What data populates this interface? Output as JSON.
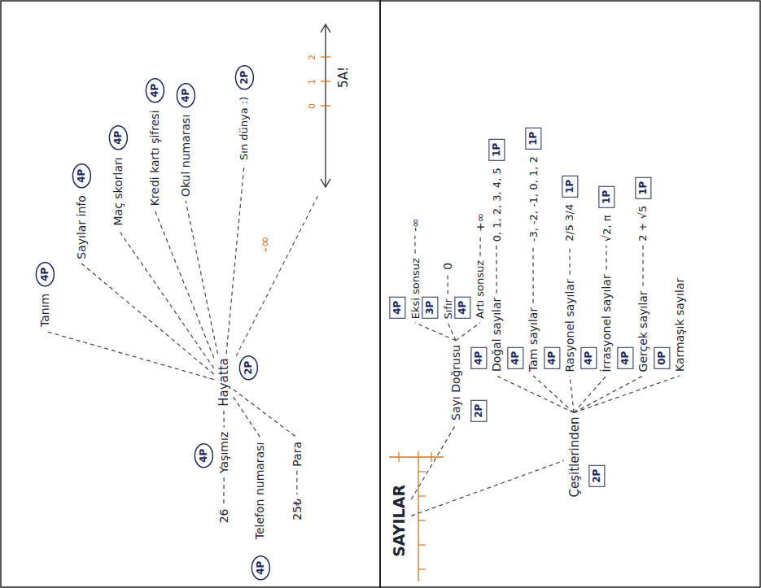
{
  "diagram": {
    "nodes": [
      {
        "text": [
          "Hayatta"
        ]
      },
      {
        "text": [
          "2P"
        ]
      },
      {
        "text": [
          "Sın dünya :)"
        ]
      },
      {
        "text": [
          "2P"
        ]
      },
      {
        "text": [
          "Tanım"
        ]
      },
      {
        "text": [
          "4P"
        ]
      },
      {
        "text": [
          "Sayılar info"
        ]
      },
      {
        "text": [
          "4P"
        ]
      },
      {
        "text": [
          "Maç skorları"
        ]
      },
      {
        "text": [
          "4P"
        ]
      },
      {
        "text": [
          "Kredi kartı şifresi"
        ]
      },
      {
        "text": [
          "4P"
        ]
      },
      {
        "text": [
          "Okul numarası"
        ]
      },
      {
        "text": [
          "4P"
        ]
      },
      {
        "text": [
          "Yaşımız"
        ]
      },
      {
        "text": [
          "4P"
        ]
      },
      {
        "text": [
          "26"
        ]
      },
      {
        "text": [
          "Telefon numarası"
        ]
      },
      {
        "text": [
          "4P"
        ]
      },
      {
        "text": [
          "Para"
        ]
      },
      {
        "text": [
          "25₺"
        ]
      },
      {
        "text": [
          "SAYILAR"
        ]
      },
      {
        "text": [
          "Sayı Doğrusu"
        ]
      },
      {
        "text": [
          "2P"
        ]
      },
      {
        "text": [
          "Eksi sonsuz"
        ]
      },
      {
        "text": [
          "4P"
        ]
      },
      {
        "text": [
          "-∞"
        ]
      },
      {
        "text": [
          "Sıfır"
        ]
      },
      {
        "text": [
          "3P"
        ]
      },
      {
        "text": [
          "0"
        ]
      },
      {
        "text": [
          "Artı sonsuz"
        ]
      },
      {
        "text": [
          "4P"
        ]
      },
      {
        "text": [
          "+∞"
        ]
      },
      {
        "text": [
          "Çeşitlerinden"
        ]
      },
      {
        "text": [
          "2P"
        ]
      },
      {
        "text": [
          "Doğal sayılar"
        ]
      },
      {
        "text": [
          "4P"
        ]
      },
      {
        "text": [
          "0, 1, 2, 3, 4, 5"
        ]
      },
      {
        "text": [
          "1P"
        ]
      },
      {
        "text": [
          "Tam sayılar"
        ]
      },
      {
        "text": [
          "4P"
        ]
      },
      {
        "text": [
          "-3, -2, -1, 0, 1, 2"
        ]
      },
      {
        "text": [
          "1P"
        ]
      },
      {
        "text": [
          "Rasyonel sayılar"
        ]
      },
      {
        "text": [
          "4P"
        ]
      },
      {
        "text": [
          "2/5 3/4"
        ]
      },
      {
        "text": [
          "1P"
        ]
      },
      {
        "text": [
          "İrrasyonel sayılar"
        ]
      },
      {
        "text": [
          "4P"
        ]
      },
      {
        "text": [
          "√2, π"
        ]
      },
      {
        "text": [
          "1P"
        ]
      },
      {
        "text": [
          "Gerçek sayılar"
        ]
      },
      {
        "text": [
          "4P"
        ]
      },
      {
        "text": [
          "2 + √5"
        ]
      },
      {
        "text": [
          "1P"
        ]
      },
      {
        "text": [
          "Karmaşık sayılar"
        ]
      },
      {
        "text": [
          "0P"
        ]
      }
    ],
    "edges": [
      {
        "from": 0,
        "to": 2,
        "arrow": "none"
      },
      {
        "from": 0,
        "to": 4,
        "arrow": "none"
      },
      {
        "from": 0,
        "to": 6,
        "arrow": "none"
      },
      {
        "from": 0,
        "to": 8,
        "arrow": "none"
      },
      {
        "from": 0,
        "to": 10,
        "arrow": "none"
      },
      {
        "from": 0,
        "to": 12,
        "arrow": "none"
      },
      {
        "from": 0,
        "to": 14,
        "arrow": "none"
      },
      {
        "from": 0,
        "to": 17,
        "arrow": "none"
      },
      {
        "from": 0,
        "to": 19,
        "arrow": "none"
      },
      {
        "from": 14,
        "to": 16,
        "arrow": "none"
      },
      {
        "from": 19,
        "to": 20,
        "arrow": "none"
      },
      {
        "from": 21,
        "to": 22,
        "arrow": "none"
      },
      {
        "from": 21,
        "to": 33,
        "arrow": "none"
      },
      {
        "from": 22,
        "to": 24,
        "arrow": "none"
      },
      {
        "from": 22,
        "to": 27,
        "arrow": "none"
      },
      {
        "from": 22,
        "to": 30,
        "arrow": "none"
      },
      {
        "from": 24,
        "to": 26,
        "arrow": "none"
      },
      {
        "from": 27,
        "to": 29,
        "arrow": "none"
      },
      {
        "from": 30,
        "to": 32,
        "arrow": "none"
      },
      {
        "from": 33,
        "to": 35,
        "arrow": "none"
      },
      {
        "from": 33,
        "to": 39,
        "arrow": "none"
      },
      {
        "from": 33,
        "to": 43,
        "arrow": "none"
      },
      {
        "from": 33,
        "to": 47,
        "arrow": "none"
      },
      {
        "from": 33,
        "to": 51,
        "arrow": "none"
      },
      {
        "from": 33,
        "to": 55,
        "arrow": "none"
      },
      {
        "from": 35,
        "to": 37,
        "arrow": "none"
      },
      {
        "from": 39,
        "to": 41,
        "arrow": "none"
      },
      {
        "from": 43,
        "to": 45,
        "arrow": "none"
      },
      {
        "from": 47,
        "to": 49,
        "arrow": "none"
      },
      {
        "from": 51,
        "to": 53,
        "arrow": "none"
      }
    ],
    "labels": [
      "-∞",
      "5A!",
      "2",
      "1",
      "0"
    ]
  }
}
